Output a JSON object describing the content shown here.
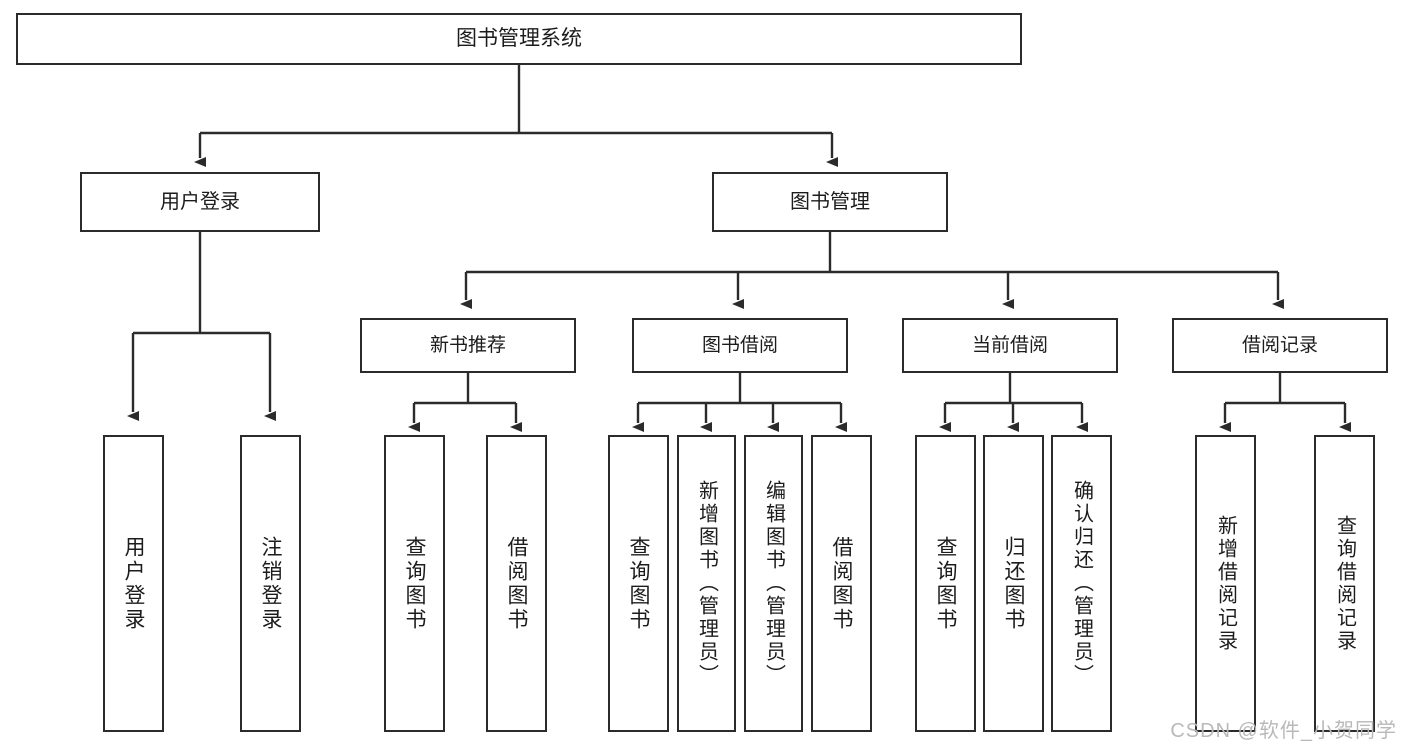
{
  "diagram": {
    "title": "图书管理系统",
    "watermark": "CSDN @软件_小贺同学",
    "colors": {
      "stroke": "#2b2b2b",
      "fill": "#ffffff",
      "text": "#1c1c1c",
      "watermark": "#b9b9b9"
    },
    "levels": {
      "root": {
        "label": "图书管理系统"
      },
      "level2": [
        {
          "id": "user-login",
          "label": "用户登录"
        },
        {
          "id": "book-management",
          "label": "图书管理"
        }
      ],
      "level3": [
        {
          "id": "new-book-recommend",
          "label": "新书推荐"
        },
        {
          "id": "book-borrow",
          "label": "图书借阅"
        },
        {
          "id": "current-borrow",
          "label": "当前借阅"
        },
        {
          "id": "borrow-record",
          "label": "借阅记录"
        }
      ],
      "leaves": {
        "user-login": [
          {
            "id": "leaf-user-login",
            "label": "用户登录"
          },
          {
            "id": "leaf-logout-login",
            "label": "注销登录"
          }
        ],
        "new-book-recommend": [
          {
            "id": "leaf-query-book-1",
            "label": "查询图书"
          },
          {
            "id": "leaf-borrow-book-1",
            "label": "借阅图书"
          }
        ],
        "book-borrow": [
          {
            "id": "leaf-query-book-2",
            "label": "查询图书"
          },
          {
            "id": "leaf-add-book",
            "label": "新增图书（管理员）"
          },
          {
            "id": "leaf-edit-book",
            "label": "编辑图书（管理员）"
          },
          {
            "id": "leaf-borrow-book-2",
            "label": "借阅图书"
          }
        ],
        "current-borrow": [
          {
            "id": "leaf-query-book-3",
            "label": "查询图书"
          },
          {
            "id": "leaf-return-book",
            "label": "归还图书"
          },
          {
            "id": "leaf-confirm-return",
            "label": "确认归还（管理员）"
          }
        ],
        "borrow-record": [
          {
            "id": "leaf-add-record",
            "label": "新增借阅记录"
          },
          {
            "id": "leaf-query-record",
            "label": "查询借阅记录"
          }
        ]
      }
    }
  }
}
